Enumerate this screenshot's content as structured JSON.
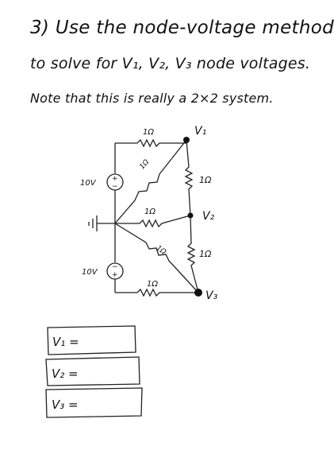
{
  "problem": {
    "line1": "3)  Use the node-voltage method",
    "line2": "to solve for  V₁, V₂, V₃  node voltages.",
    "line3": "Note that this is really  a  2×2  system."
  },
  "circuit": {
    "resistor_labels": [
      "1Ω",
      "1Ω",
      "1Ω",
      "1Ω",
      "1Ω",
      "1Ω",
      "1Ω"
    ],
    "source_labels": [
      "10V",
      "10V"
    ],
    "source_polarity": {
      "plus": "+",
      "minus": "−"
    },
    "node_labels": [
      "V₁",
      "V₂",
      "V₃"
    ]
  },
  "answers": {
    "v1": "V₁ =",
    "v2": "V₂ =",
    "v3": "V₃ ="
  }
}
